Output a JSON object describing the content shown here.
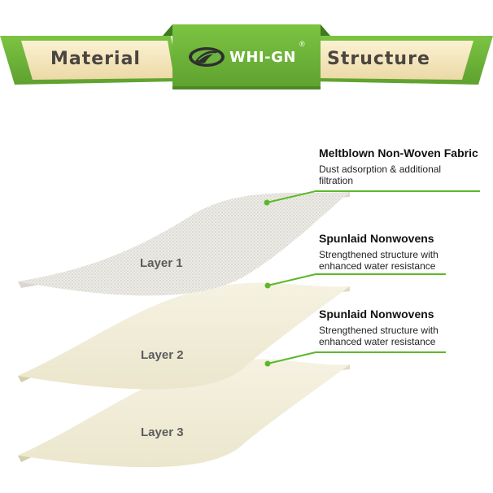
{
  "banner": {
    "left_title": "Material",
    "right_title": "Structure",
    "logo_text": "WHI-GN",
    "logo_reg": "®",
    "colors": {
      "green": "#6db33f",
      "dark_green": "#4c8a26",
      "cream": "#f3e4b7"
    }
  },
  "layers": [
    {
      "label": "Layer 1"
    },
    {
      "label": "Layer 2"
    },
    {
      "label": "Layer 3"
    }
  ],
  "callouts": [
    {
      "title": "Meltblown Non-Woven Fabric",
      "desc": "Dust adsorption & additional filtration"
    },
    {
      "title": "Spunlaid Nonwovens",
      "desc": "Strengthened structure with enhanced water resistance"
    },
    {
      "title": "Spunlaid Nonwovens",
      "desc": "Strengthened structure with enhanced water resistance"
    }
  ]
}
